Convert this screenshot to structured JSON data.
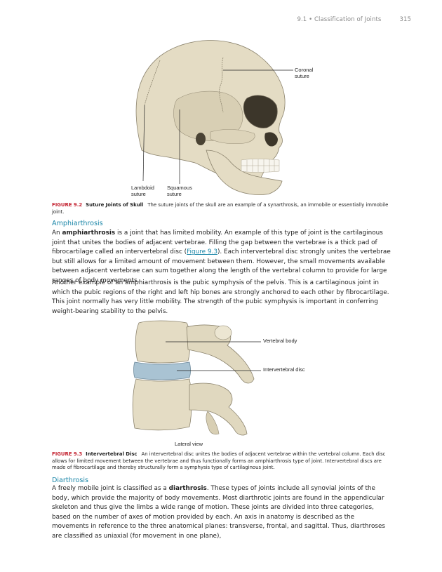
{
  "header": {
    "section": "9.1 • Classification of Joints",
    "page_number": "315"
  },
  "figure_9_2": {
    "labels": {
      "coronal": "Coronal\nsuture",
      "lambdoid": "Lambdoid\nsuture",
      "squamous": "Squamous\nsuture"
    },
    "number": "FIGURE 9.2",
    "title": "Suture Joints of Skull",
    "text": "The suture joints of the skull are an example of a synarthrosis, an immobile or essentially immobile joint."
  },
  "amphiarthrosis": {
    "heading": "Amphiarthrosis",
    "p1_a": "An ",
    "p1_bold": "amphiarthrosis",
    "p1_b": " is a joint that has limited mobility. An example of this type of joint is the cartilaginous joint that unites the bodies of adjacent vertebrae. Filling the gap between the vertebrae is a thick pad of fibrocartilage called an intervertebral disc (",
    "p1_link": "Figure 9.3",
    "p1_c": "). Each intervertebral disc strongly unites the vertebrae but still allows for a limited amount of movement between them. However, the small movements available between adjacent vertebrae can sum together along the length of the vertebral column to provide for large ranges of body movements.",
    "p2": "Another example of an amphiarthrosis is the pubic symphysis of the pelvis. This is a cartilaginous joint in which the pubic regions of the right and left hip bones are strongly anchored to each other by fibrocartilage. This joint normally has very little mobility. The strength of the pubic symphysis is important in conferring weight-bearing stability to the pelvis."
  },
  "figure_9_3": {
    "labels": {
      "vertebral_body": "Vertebral body",
      "intervertebral_disc": "Intervertebral disc",
      "view": "Lateral view"
    },
    "number": "FIGURE 9.3",
    "title": "Intervertebral Disc",
    "text": "An intervertebral disc unites the bodies of adjacent vertebrae within the vertebral column. Each disc allows for limited movement between the vertebrae and thus functionally forms an amphiarthrosis type of joint. Intervertebral discs are made of fibrocartilage and thereby structurally form a symphysis type of cartilaginous joint."
  },
  "diarthrosis": {
    "heading": "Diarthrosis",
    "p1_a": "A freely mobile joint is classified as a ",
    "p1_bold": "diarthrosis",
    "p1_b": ". These types of joints include all synovial joints of the body, which provide the majority of body movements. Most diarthrotic joints are found in the appendicular skeleton and thus give the limbs a wide range of motion. These joints are divided into three categories, based on the number of axes of motion provided by each. An axis in anatomy is described as the movements in reference to the three anatomical planes: transverse, frontal, and sagittal. Thus, diarthroses are classified as uniaxial (for movement in one plane),"
  },
  "colors": {
    "accent": "#1a86a8",
    "figure_number": "#c3212f",
    "bone": "#e4dcc4",
    "disc": "#a9c3d3"
  }
}
